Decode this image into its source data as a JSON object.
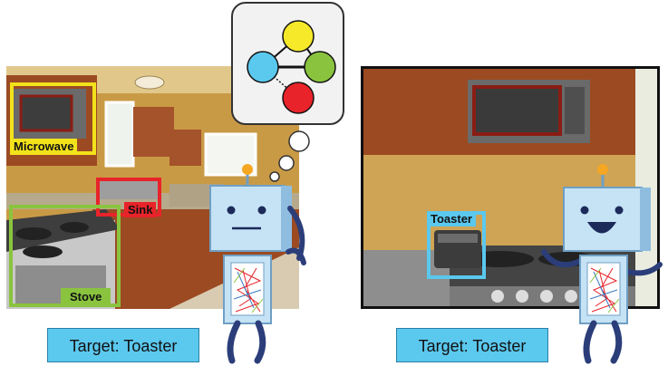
{
  "scenes": {
    "left": {
      "detections": [
        {
          "label": "Microwave",
          "color": "#f2e21b",
          "text_color": "#111111"
        },
        {
          "label": "Sink",
          "color": "#e8232a",
          "text_color": "#111111"
        },
        {
          "label": "Stove",
          "color": "#8ac43f",
          "text_color": "#111111"
        }
      ],
      "target_label": "Target: Toaster",
      "robot_mood": "thinking"
    },
    "right": {
      "detections": [
        {
          "label": "Toaster",
          "color": "#5bc8ee",
          "text_color": "#111111"
        }
      ],
      "target_label": "Target: Toaster",
      "robot_mood": "happy"
    }
  },
  "thought_graph": {
    "nodes": [
      {
        "id": "yellow",
        "color": "#f5e92a"
      },
      {
        "id": "blue",
        "color": "#5bc8ee"
      },
      {
        "id": "green",
        "color": "#8ac43f"
      },
      {
        "id": "red",
        "color": "#e8232a"
      }
    ],
    "edges": [
      {
        "from": "yellow",
        "to": "blue",
        "style": "solid"
      },
      {
        "from": "blue",
        "to": "green",
        "style": "solid"
      },
      {
        "from": "yellow",
        "to": "green",
        "style": "solid"
      },
      {
        "from": "blue",
        "to": "red",
        "style": "dashed"
      }
    ]
  },
  "colors": {
    "robot_body": "#c5e3f5",
    "robot_outline": "#6f9fc4",
    "robot_limb": "#2b3e7a",
    "robot_antenna": "#f5a623"
  }
}
